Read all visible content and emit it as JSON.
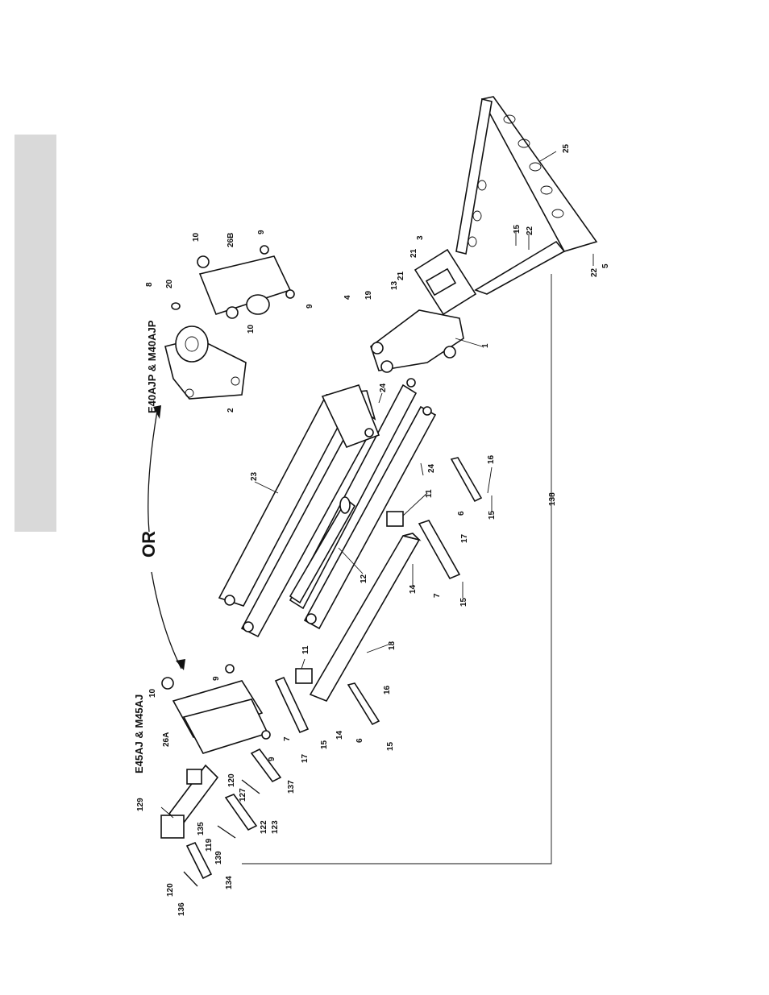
{
  "headings": {
    "model_a": "E45AJ & M45AJ",
    "model_b": "E40AJP & M40AJP",
    "or": "OR"
  },
  "colors": {
    "side_tab": "#d9d9d9",
    "ink": "#111111"
  },
  "labels": {
    "l1": "1",
    "l2": "2",
    "l3": "3",
    "l4": "4",
    "l5": "5",
    "l6a": "6",
    "l6b": "6",
    "l7a": "7",
    "l7b": "7",
    "l8": "8",
    "l9a": "9",
    "l9b": "9",
    "l9c": "9",
    "l9d": "9",
    "l10a": "10",
    "l10b": "10",
    "l10c": "10",
    "l11a": "11",
    "l11b": "11",
    "l12": "12",
    "l13": "13",
    "l14a": "14",
    "l14b": "14",
    "l15a": "15",
    "l15b": "15",
    "l15c": "15",
    "l15d": "15",
    "l15e": "15",
    "l16a": "16",
    "l16b": "16",
    "l17a": "17",
    "l17b": "17",
    "l18": "18",
    "l19": "19",
    "l20": "20",
    "l21a": "21",
    "l21b": "21",
    "l22a": "22",
    "l22b": "22",
    "l23": "23",
    "l24a": "24",
    "l24b": "24",
    "l25": "25",
    "l26a": "26A",
    "l26b": "26B",
    "l119": "119",
    "l120a": "120",
    "l120b": "120",
    "l122": "122",
    "l123": "123",
    "l127": "127",
    "l129": "129",
    "l134": "134",
    "l135": "135",
    "l136": "136",
    "l137": "137",
    "l138": "138",
    "l139": "139"
  }
}
